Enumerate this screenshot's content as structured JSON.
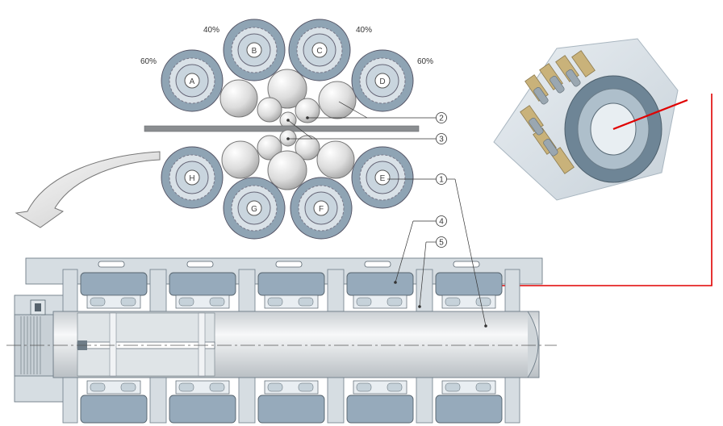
{
  "percentages": {
    "a_label": "60%",
    "b_label": "40%",
    "c_label": "40%",
    "d_label": "60%"
  },
  "bearings": {
    "A": "A",
    "B": "B",
    "C": "C",
    "D": "D",
    "E": "E",
    "F": "F",
    "G": "G",
    "H": "H"
  },
  "callouts": {
    "c1": "1",
    "c2": "2",
    "c3": "3",
    "c4": "4",
    "c5": "5"
  },
  "colors": {
    "bearing_outer": "#8fa4b4",
    "bearing_inner": "#c9d5de",
    "roll_fill": "#e6e6e6",
    "housing": "#d6dde2",
    "shaft": "#e4e8ea",
    "leader_red": "#e00000"
  },
  "icons": {
    "arrow": "curved-arrow-icon",
    "photo": "bearing-cutaway-photo"
  }
}
